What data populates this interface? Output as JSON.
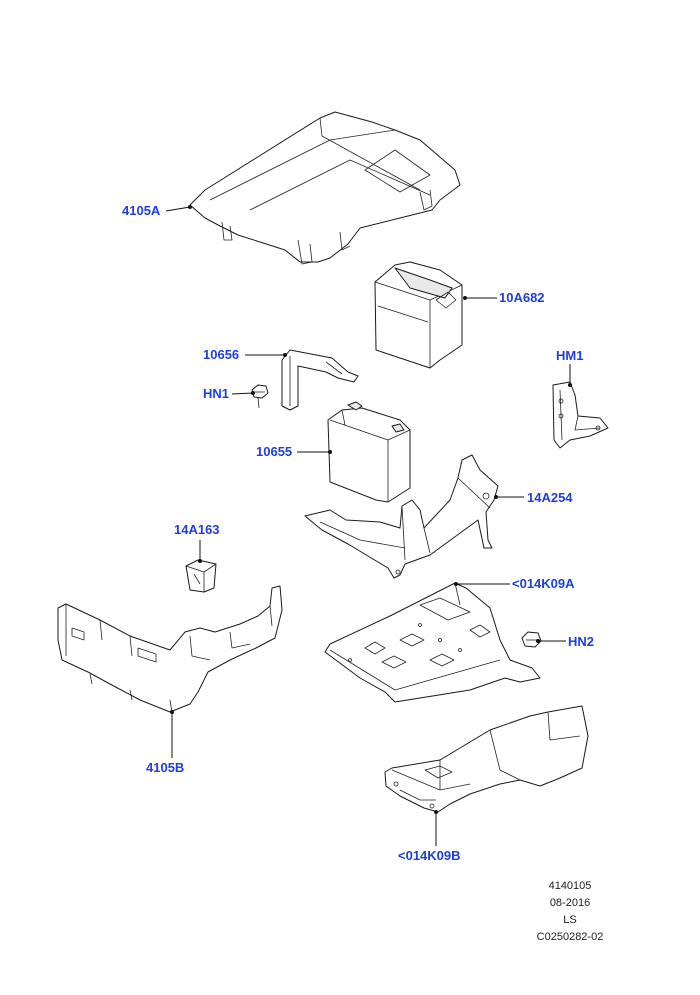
{
  "diagram": {
    "parts": [
      {
        "id": "4105A",
        "label": "4105A"
      },
      {
        "id": "10A682",
        "label": "10A682"
      },
      {
        "id": "10656",
        "label": "10656"
      },
      {
        "id": "HN1",
        "label": "HN1"
      },
      {
        "id": "HM1",
        "label": "HM1"
      },
      {
        "id": "10655",
        "label": "10655"
      },
      {
        "id": "14A254",
        "label": "14A254"
      },
      {
        "id": "14A163",
        "label": "14A163"
      },
      {
        "id": "014K09A",
        "label": "<014K09A"
      },
      {
        "id": "HN2",
        "label": "HN2"
      },
      {
        "id": "4105B",
        "label": "4105B"
      },
      {
        "id": "014K09B",
        "label": "<014K09B"
      }
    ],
    "footer": {
      "line1": "4140105",
      "line2": "08-2016",
      "line3": "LS",
      "line4": "C0250282-02"
    },
    "colors": {
      "callout": "#1f3fd6",
      "line": "#1a1a1a"
    }
  }
}
